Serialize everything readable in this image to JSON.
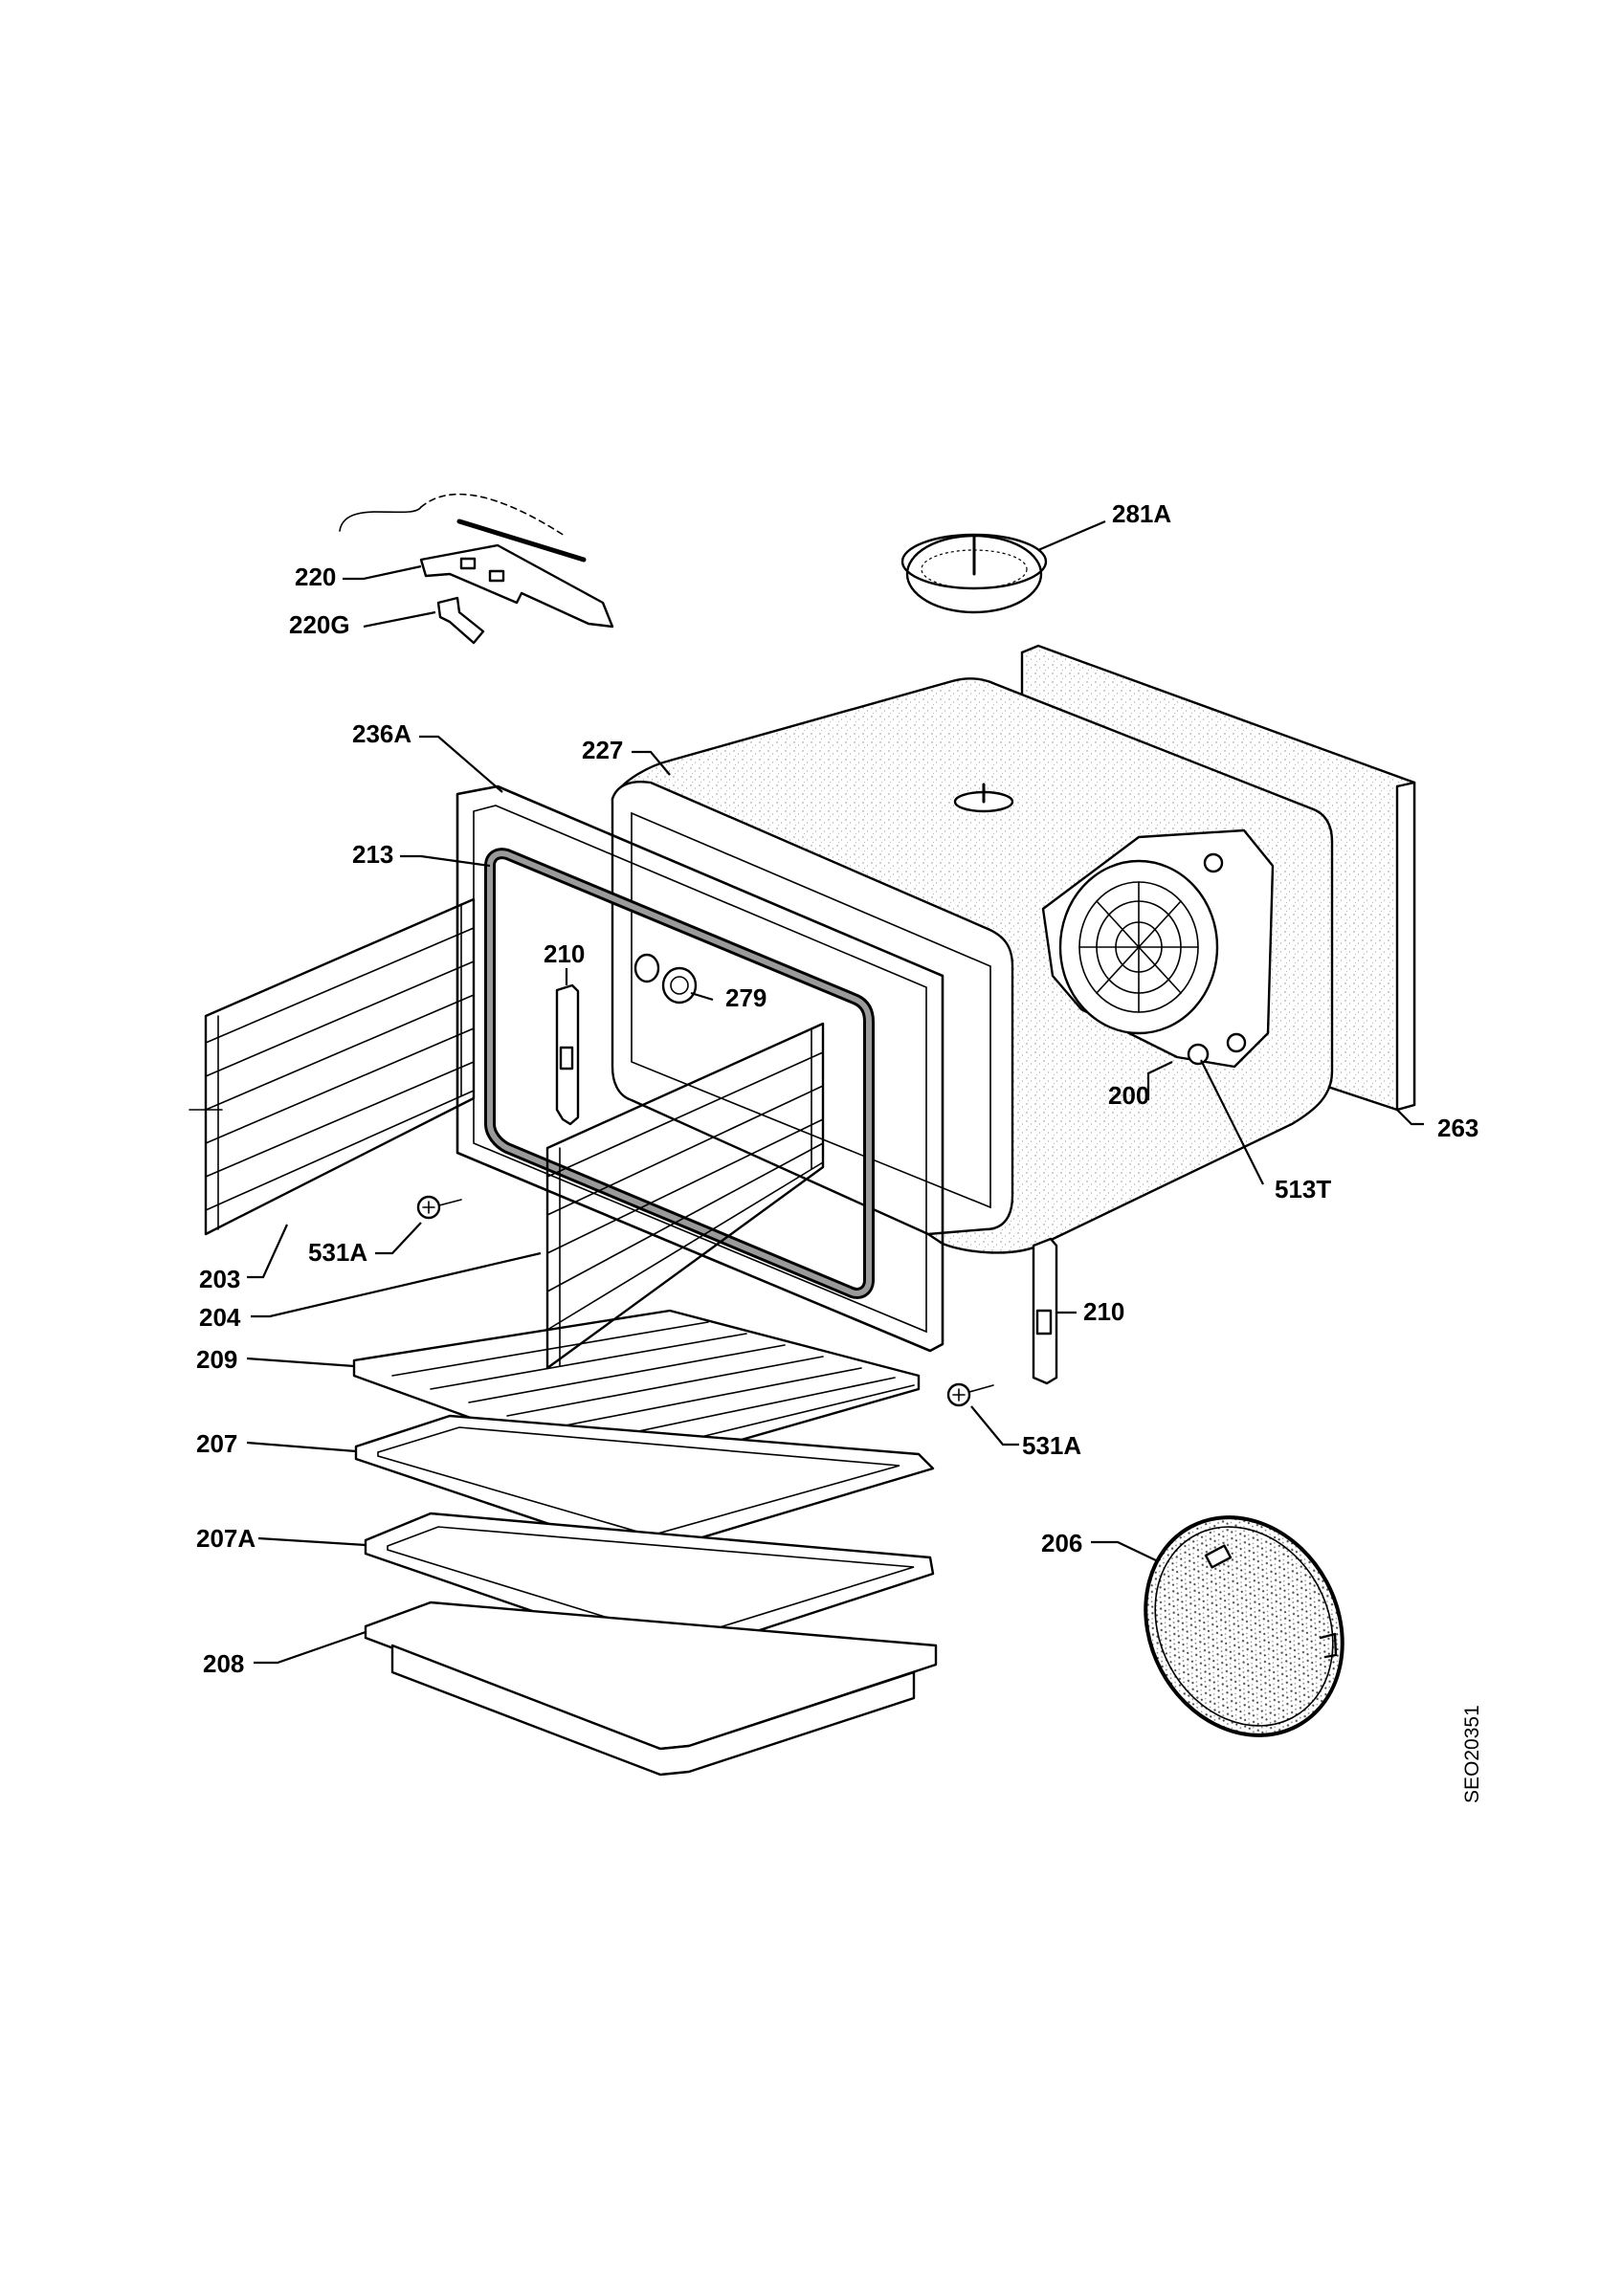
{
  "diagram": {
    "drawing_code": "SEO20351",
    "callouts": [
      {
        "id": "c-281A",
        "text": "281A"
      },
      {
        "id": "c-220",
        "text": "220"
      },
      {
        "id": "c-220G",
        "text": "220G"
      },
      {
        "id": "c-236A",
        "text": "236A"
      },
      {
        "id": "c-227",
        "text": "227"
      },
      {
        "id": "c-213",
        "text": "213"
      },
      {
        "id": "c-210a",
        "text": "210"
      },
      {
        "id": "c-279",
        "text": "279"
      },
      {
        "id": "c-200",
        "text": "200"
      },
      {
        "id": "c-263",
        "text": "263"
      },
      {
        "id": "c-513T",
        "text": "513T"
      },
      {
        "id": "c-531Aa",
        "text": "531A"
      },
      {
        "id": "c-203",
        "text": "203"
      },
      {
        "id": "c-204",
        "text": "204"
      },
      {
        "id": "c-210b",
        "text": "210"
      },
      {
        "id": "c-209",
        "text": "209"
      },
      {
        "id": "c-531Ab",
        "text": "531A"
      },
      {
        "id": "c-207",
        "text": "207"
      },
      {
        "id": "c-207A",
        "text": "207A"
      },
      {
        "id": "c-206",
        "text": "206"
      },
      {
        "id": "c-208",
        "text": "208"
      }
    ]
  }
}
